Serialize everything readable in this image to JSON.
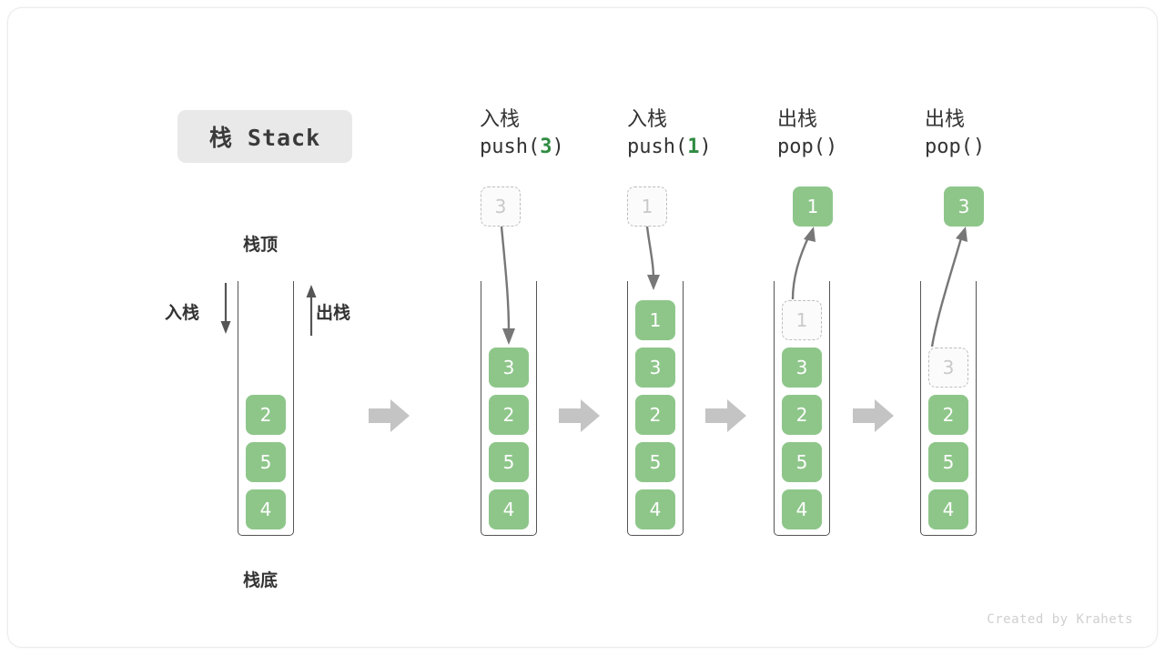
{
  "title_badge": {
    "text": "栈 Stack"
  },
  "legend": {
    "top_label": "栈顶",
    "bottom_label": "栈底",
    "push_label": "入栈",
    "pop_label": "出栈"
  },
  "colors": {
    "cell_green": "#8ec68a",
    "ghost_border": "#bdbdbd",
    "ghost_text": "#c9c9c9",
    "arrow_gray": "#777777",
    "step_arrow_gray": "#c4c4c4",
    "badge_bg": "#e9e9e9",
    "text_dark": "#333333",
    "code_green": "#2e8b40"
  },
  "columns": [
    {
      "id": "initial",
      "header_cn": "",
      "header_code_prefix": "",
      "header_code_num": "",
      "header_code_suffix": "",
      "floating_cell": null,
      "stack": [
        "2",
        "5",
        "4"
      ]
    },
    {
      "id": "push-3",
      "header_cn": "入栈",
      "header_code_prefix": "push(",
      "header_code_num": "3",
      "header_code_suffix": ")",
      "floating_cell": {
        "value": "3",
        "style": "ghost",
        "position": "above"
      },
      "stack": [
        "3",
        "2",
        "5",
        "4"
      ]
    },
    {
      "id": "push-1",
      "header_cn": "入栈",
      "header_code_prefix": "push(",
      "header_code_num": "1",
      "header_code_suffix": ")",
      "floating_cell": {
        "value": "1",
        "style": "ghost",
        "position": "above"
      },
      "stack": [
        "1",
        "3",
        "2",
        "5",
        "4"
      ]
    },
    {
      "id": "pop-1",
      "header_cn": "出栈",
      "header_code_prefix": "pop(",
      "header_code_num": "",
      "header_code_suffix": ")",
      "floating_cell": {
        "value": "1",
        "style": "solid",
        "position": "above"
      },
      "stack": [
        "1",
        "3",
        "2",
        "5",
        "4"
      ],
      "ghost_index": 0
    },
    {
      "id": "pop-3",
      "header_cn": "出栈",
      "header_code_prefix": "pop(",
      "header_code_num": "",
      "header_code_suffix": ")",
      "floating_cell": {
        "value": "3",
        "style": "solid",
        "position": "above"
      },
      "stack": [
        "3",
        "2",
        "5",
        "4"
      ],
      "ghost_index": 0
    }
  ],
  "footer": {
    "credit": "Created by Krahets"
  }
}
